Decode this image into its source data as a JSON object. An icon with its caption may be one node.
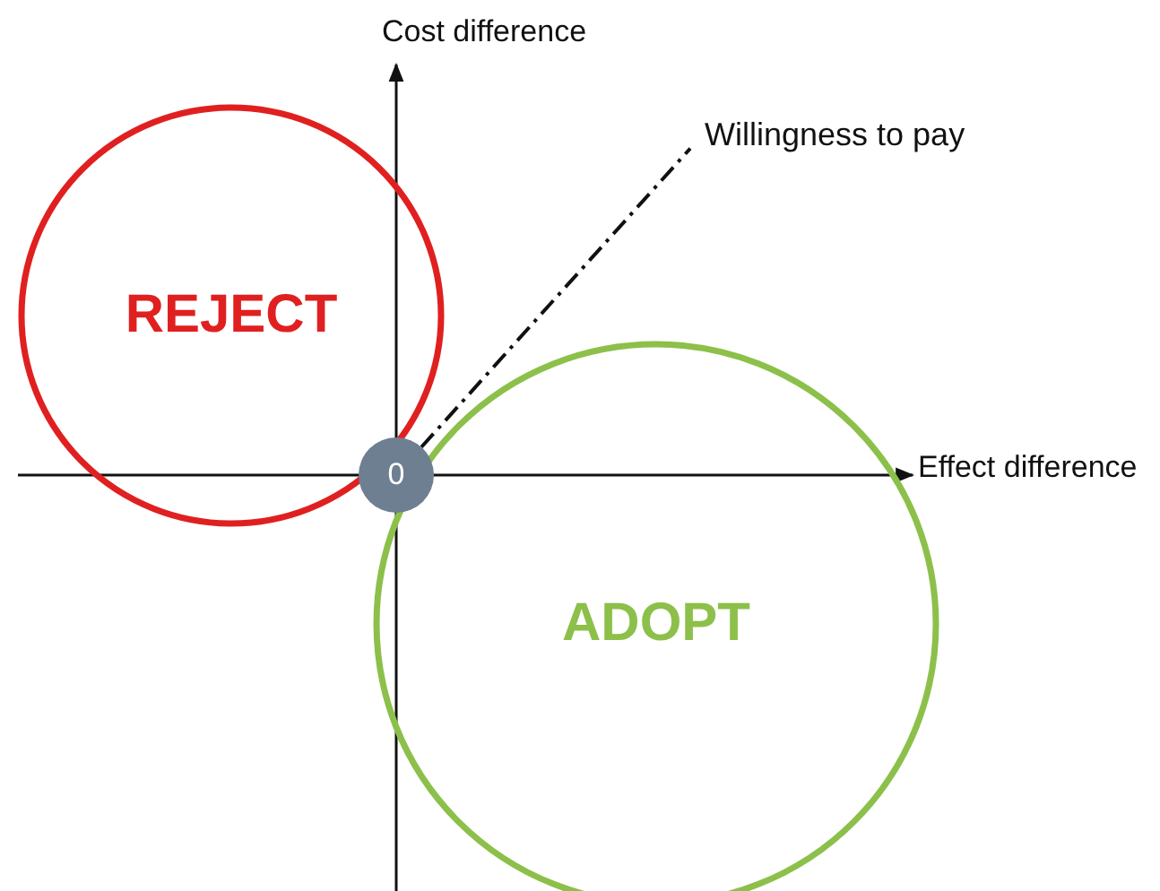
{
  "diagram": {
    "nodes": [
      {
        "text": [
          "REJECT"
        ]
      },
      {
        "text": [
          "ADOPT"
        ]
      },
      {
        "text": [
          "0"
        ]
      },
      {
        "text": [
          "Willingness to pay"
        ]
      }
    ],
    "edges": [
      {
        "from": 2,
        "to": 3,
        "arrow": "none",
        "style": "dashed"
      }
    ],
    "labels": [
      "Cost difference",
      "Effect difference"
    ]
  }
}
